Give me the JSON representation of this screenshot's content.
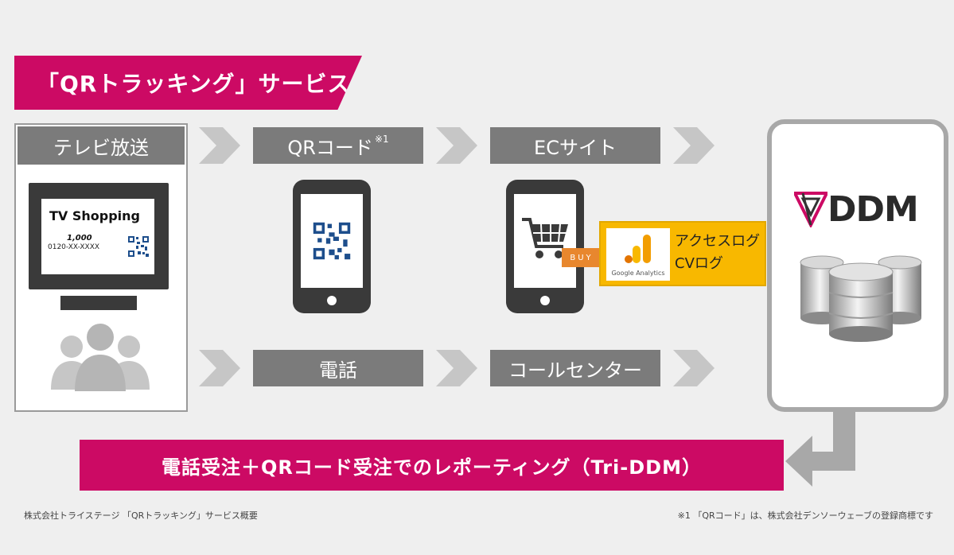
{
  "title": "「QRトラッキング」サービス",
  "flow": {
    "tv_label": "テレビ放送",
    "qr_label": "QRコード",
    "qr_note_mark": "※1",
    "ec_label": "ECサイト",
    "phone_label": "電話",
    "callcenter_label": "コールセンター"
  },
  "tv_screen": {
    "heading": "TV Shopping",
    "price": "1,000",
    "phone_number": "0120-XX-XXXX"
  },
  "buy_tag": "BUY",
  "analytics": {
    "brand": "Google Analytics",
    "line1": "アクセスログ",
    "line2": "CVログ"
  },
  "ddm_logo": "DDM",
  "bottom_banner": "電話受注＋QRコード受注でのレポーティング（Tri-DDM）",
  "footnote_left": "株式会社トライステージ 「QRトラッキング」サービス概要",
  "footnote_right": "※1 「QRコード」は、株式会社デンソーウェーブの登録商標です",
  "colors": {
    "accent_pink": "#cc0a64",
    "label_gray": "#7b7b7b",
    "analytics_yellow": "#f8b800",
    "buy_orange": "#e8872e"
  }
}
